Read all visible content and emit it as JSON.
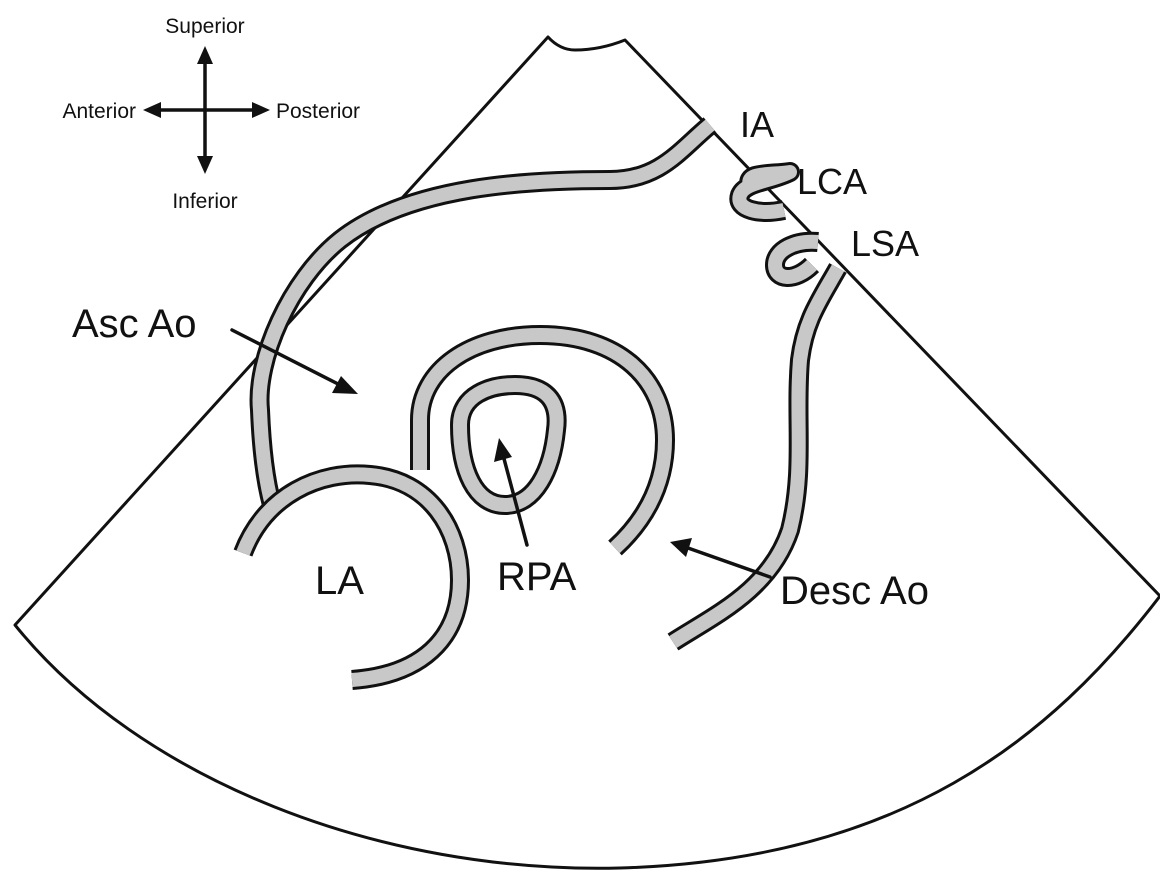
{
  "orientation": {
    "superior": "Superior",
    "anterior": "Anterior",
    "posterior": "Posterior",
    "inferior": "Inferior"
  },
  "labels": {
    "ia": "IA",
    "lca": "LCA",
    "lsa": "LSA",
    "asc_ao": "Asc Ao",
    "la": "LA",
    "rpa": "RPA",
    "desc_ao": "Desc Ao"
  },
  "colors": {
    "line": "#111111",
    "vessel_fill": "#c8c8c8",
    "background": "#ffffff"
  }
}
